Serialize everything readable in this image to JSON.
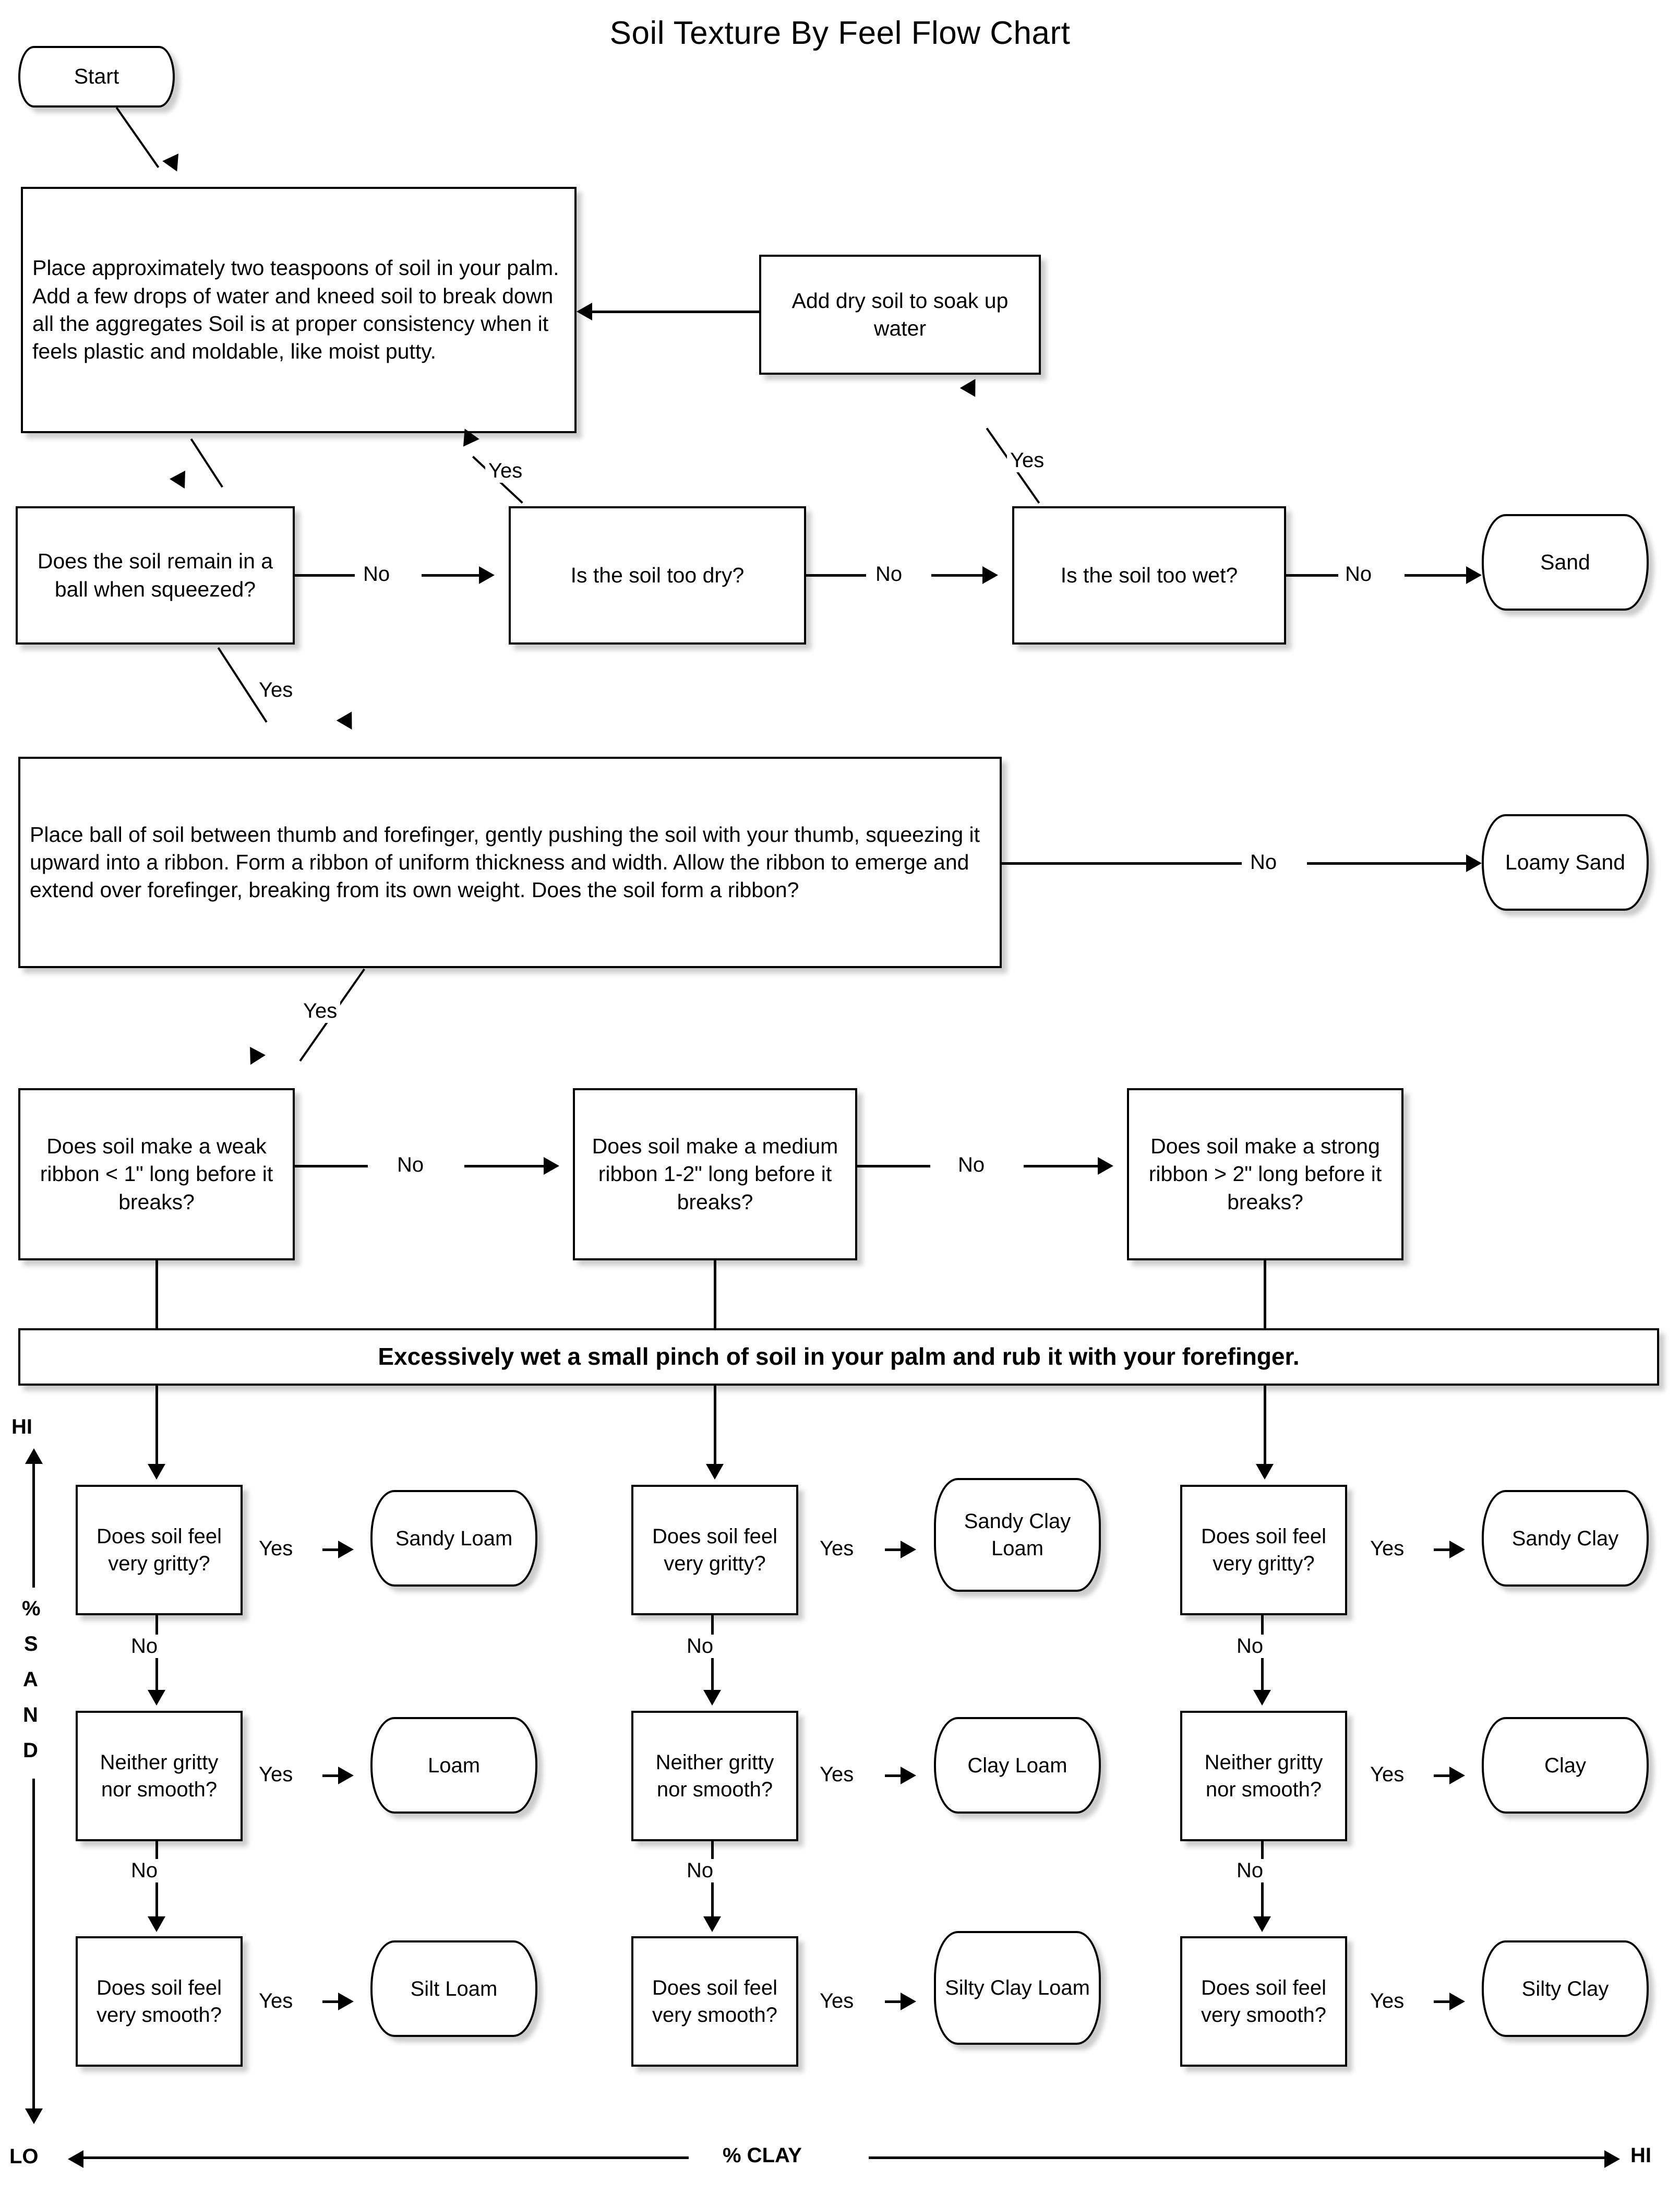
{
  "title": "Soil Texture By Feel Flow Chart",
  "nodes": {
    "start": "Start",
    "step1": "Place approximately two teaspoons of soil in your palm.  Add a few drops of water and kneed soil to break down all the aggregates  Soil is at proper consistency when it feels plastic and moldable, like moist putty.",
    "add_dry": "Add dry soil to soak up water",
    "ball": "Does the soil remain in a ball when squeezed?",
    "too_dry": "Is the soil too dry?",
    "too_wet": "Is the soil too wet?",
    "sand": "Sand",
    "ribbon_step": "Place ball of soil between thumb and forefinger, gently pushing the soil with your thumb, squeezing it upward into a ribbon.  Form a ribbon of uniform thickness and width.  Allow the ribbon to emerge and extend over forefinger, breaking from its own weight.  Does the soil form a ribbon?",
    "loamy_sand": "Loamy Sand",
    "weak_ribbon": "Does soil make a weak ribbon < 1\" long before it breaks?",
    "medium_ribbon": "Does soil make a medium ribbon 1-2\" long before it breaks?",
    "strong_ribbon": "Does soil make a strong ribbon > 2\" long before it breaks?",
    "banner": "Excessively wet a small pinch of soil in your palm and rub it with your forefinger.",
    "gritty_1": "Does soil feel very gritty?",
    "gritty_2": "Does soil feel very gritty?",
    "gritty_3": "Does soil feel very gritty?",
    "neither_1": "Neither gritty nor smooth?",
    "neither_2": "Neither gritty nor smooth?",
    "neither_3": "Neither gritty nor smooth?",
    "smooth_1": "Does soil feel very smooth?",
    "smooth_2": "Does soil feel very smooth?",
    "smooth_3": "Does soil feel very smooth?",
    "sandy_loam": "Sandy Loam",
    "sandy_clay_loam": "Sandy Clay Loam",
    "sandy_clay": "Sandy Clay",
    "loam": "Loam",
    "clay_loam": "Clay Loam",
    "clay": "Clay",
    "silt_loam": "Silt Loam",
    "silty_clay_loam": "Silty Clay Loam",
    "silty_clay": "Silty Clay"
  },
  "edge_labels": {
    "ball_no": "No",
    "ball_yes": "Yes",
    "dry_no": "No",
    "dry_yes": "Yes",
    "wet_no": "No",
    "wet_yes": "Yes",
    "ribbon_no": "No",
    "ribbon_yes": "Yes",
    "weak_no": "No",
    "medium_no": "No",
    "gritty1_yes": "Yes",
    "gritty1_no": "No",
    "gritty2_yes": "Yes",
    "gritty2_no": "No",
    "gritty3_yes": "Yes",
    "gritty3_no": "No",
    "neither1_yes": "Yes",
    "neither1_no": "No",
    "neither2_yes": "Yes",
    "neither2_no": "No",
    "neither3_yes": "Yes",
    "neither3_no": "No",
    "smooth1_yes": "Yes",
    "smooth2_yes": "Yes",
    "smooth3_yes": "Yes"
  },
  "axes": {
    "sand_hi": "HI",
    "sand_lo": "LO",
    "sand_label_chars": [
      "%",
      "S",
      "A",
      "N",
      "D"
    ],
    "clay_label": "% CLAY",
    "clay_hi": "HI"
  },
  "colors": {
    "ink": "#000000",
    "paper": "#ffffff",
    "shadow": "rgba(0,0,0,0.20)"
  }
}
